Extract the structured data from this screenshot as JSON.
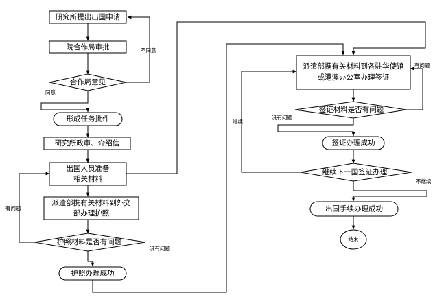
{
  "nodes": {
    "apply": "研究所提出出国申请",
    "approve": "院合作局审批",
    "coop_opinion": "合作局意见",
    "task_approval": "形成任务批件",
    "review_letter": "研究所政审、介绍信",
    "prepare_line1": "出国人员准备",
    "prepare_line2": "相关材料",
    "passport_send_line1": "派遣部携有关材料到外交",
    "passport_send_line2": "部办理护照",
    "passport_check": "护照材料是否有问题",
    "passport_done": "护照办理成功",
    "visa_send_line1": "派遣部携有关材料到各驻华使馆",
    "visa_send_line2": "或港澳办公室办理签证",
    "visa_check": "签证材料是否有问题",
    "visa_done": "签证办理成功",
    "next_visa": "继续下一国签证办理",
    "exit_done": "出国手续办理成功",
    "end": "结束"
  },
  "edge_labels": {
    "disagree": "不同意",
    "agree": "同意",
    "has_problem_left": "有问题",
    "no_problem_passport": "没有问题",
    "has_problem_visa": "有问题",
    "no_problem_visa": "没有问题",
    "continue": "继续",
    "no_continue": "不继续"
  }
}
